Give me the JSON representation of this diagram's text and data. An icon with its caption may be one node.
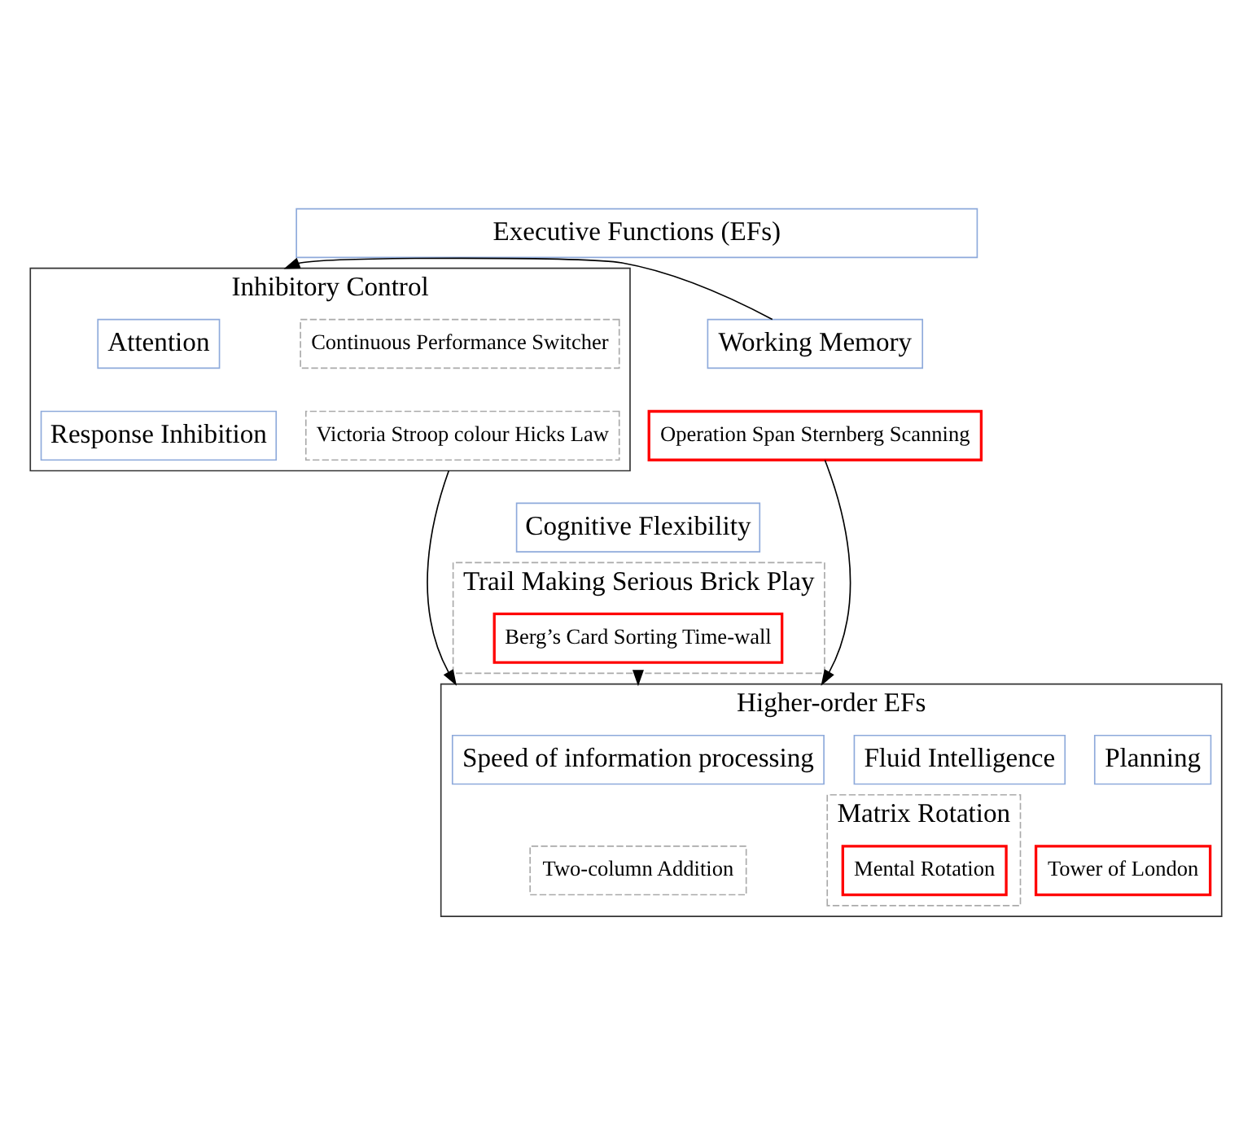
{
  "diagram": {
    "nodes": [
      {
        "text": [
          "Executive Functions (EFs)"
        ]
      },
      {
        "text": [
          "Working Memory"
        ]
      },
      {
        "text": [
          "Operation Span Sternberg Scanning"
        ]
      },
      {
        "text": [
          "Inhibitory Control"
        ]
      },
      {
        "text": [
          "Attention"
        ],
        "in": 3
      },
      {
        "text": [
          "Continuous Performance Switcher"
        ],
        "in": 3
      },
      {
        "text": [
          "Response Inhibition"
        ],
        "in": 3
      },
      {
        "text": [
          "Victoria Stroop colour Hicks Law"
        ],
        "in": 3
      },
      {
        "text": [
          "Cognitive Flexibility"
        ]
      },
      {
        "text": [
          "Trail Making Serious Brick Play"
        ]
      },
      {
        "text": [
          "Berg’s Card Sorting Time-wall"
        ],
        "in": 9
      },
      {
        "text": [
          "Higher-order EFs"
        ]
      },
      {
        "text": [
          "Speed of information processing"
        ],
        "in": 11
      },
      {
        "text": [
          "Two-column Addition"
        ],
        "in": 11
      },
      {
        "text": [
          "Fluid Intelligence"
        ],
        "in": 11
      },
      {
        "text": [
          "Matrix Rotation"
        ],
        "in": 11
      },
      {
        "text": [
          "Mental Rotation"
        ],
        "in": 15
      },
      {
        "text": [
          "Planning"
        ],
        "in": 11
      },
      {
        "text": [
          "Tower of London"
        ],
        "in": 11
      }
    ],
    "edges": [
      {
        "from": 1,
        "to": 3,
        "arrow": "to"
      },
      {
        "from": 2,
        "to": 11,
        "arrow": "to"
      },
      {
        "from": 9,
        "to": 11,
        "arrow": "to"
      },
      {
        "from": 3,
        "to": 11,
        "arrow": "to"
      }
    ]
  }
}
